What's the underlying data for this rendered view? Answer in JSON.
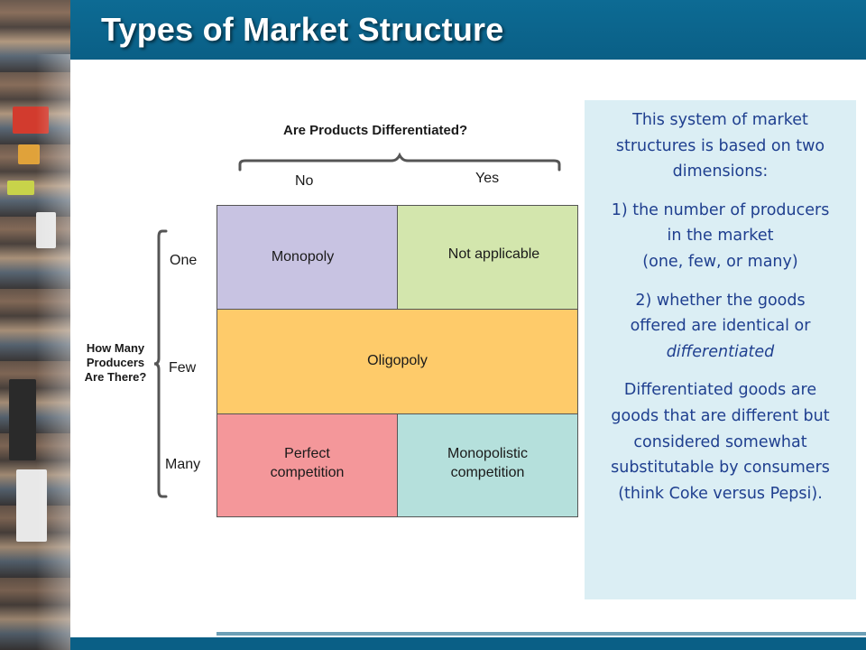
{
  "slide": {
    "title": "Types of Market Structure"
  },
  "diagram": {
    "top_axis_title": "Are Products Differentiated?",
    "top_labels": {
      "no": "No",
      "yes": "Yes"
    },
    "left_axis_title": [
      "How Many",
      "Producers",
      "Are There?"
    ],
    "left_labels": {
      "one": "One",
      "few": "Few",
      "many": "Many"
    },
    "cells": {
      "monopoly": "Monopoly",
      "not_applicable": "Not applicable",
      "oligopoly": "Oligopoly",
      "perfect_competition": [
        "Perfect",
        "competition"
      ],
      "monopolistic_competition": [
        "Monopolistic",
        "competition"
      ]
    },
    "colors": {
      "monopoly": "#c8c3e2",
      "not_applicable": "#d3e6ad",
      "oligopoly": "#fecb6a",
      "perfect_competition": "#f4979a",
      "monopolistic_competition": "#b5e0dc",
      "title_bar": "#0a5f86",
      "info_panel": "#dbeef4",
      "info_text": "#1f3f8f"
    }
  },
  "info_panel": {
    "intro": [
      "This system of market",
      "structures is based on two",
      "dimensions:"
    ],
    "point1": [
      "1) the number of producers",
      "in the market",
      "(one, few, or many)"
    ],
    "point2": [
      "2) whether the goods",
      "offered are identical or"
    ],
    "point2_emph": "differentiated",
    "definition": [
      "Differentiated goods are",
      "goods that are different but",
      "considered somewhat",
      "substitutable by consumers",
      "(think Coke versus Pepsi)."
    ]
  }
}
